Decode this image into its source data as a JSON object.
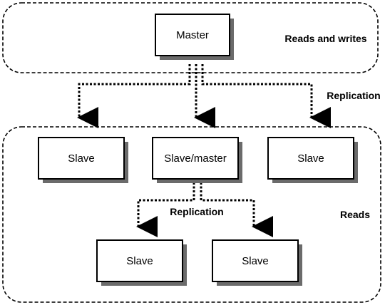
{
  "diagram": {
    "regions": [
      {
        "id": "top",
        "label": "Reads and writes"
      },
      {
        "id": "bottom",
        "label": "Reads"
      }
    ],
    "nodes": [
      {
        "id": "master",
        "label": "Master"
      },
      {
        "id": "slave1",
        "label": "Slave"
      },
      {
        "id": "slavemaster",
        "label": "Slave/master"
      },
      {
        "id": "slave3",
        "label": "Slave"
      },
      {
        "id": "slave4",
        "label": "Slave"
      },
      {
        "id": "slave5",
        "label": "Slave"
      }
    ],
    "edges": [
      {
        "from": "master",
        "to": "slave1"
      },
      {
        "from": "master",
        "to": "slavemaster"
      },
      {
        "from": "master",
        "to": "slave3"
      },
      {
        "from": "slavemaster",
        "to": "slave4"
      },
      {
        "from": "slavemaster",
        "to": "slave5"
      }
    ],
    "edge_labels": [
      {
        "id": "replication-top",
        "label": "Replication"
      },
      {
        "id": "replication-bottom",
        "label": "Replication"
      }
    ],
    "colors": {
      "stroke": "#000000",
      "shadow": "#6b6b6b",
      "fill": "#ffffff"
    }
  }
}
